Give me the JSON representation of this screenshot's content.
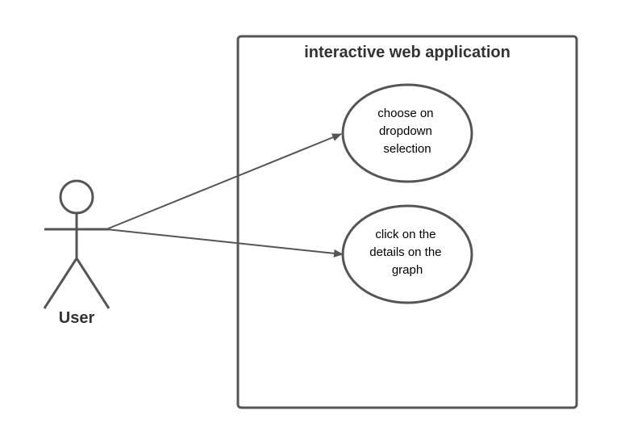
{
  "system": {
    "title": "interactive web application"
  },
  "actor": {
    "label": "User"
  },
  "use_cases": [
    {
      "lines": [
        "choose on",
        "dropdown",
        "selection"
      ]
    },
    {
      "lines": [
        "click on the",
        "details on the",
        "graph"
      ]
    }
  ],
  "colors": {
    "stroke": "#555555",
    "text": "#333333"
  }
}
